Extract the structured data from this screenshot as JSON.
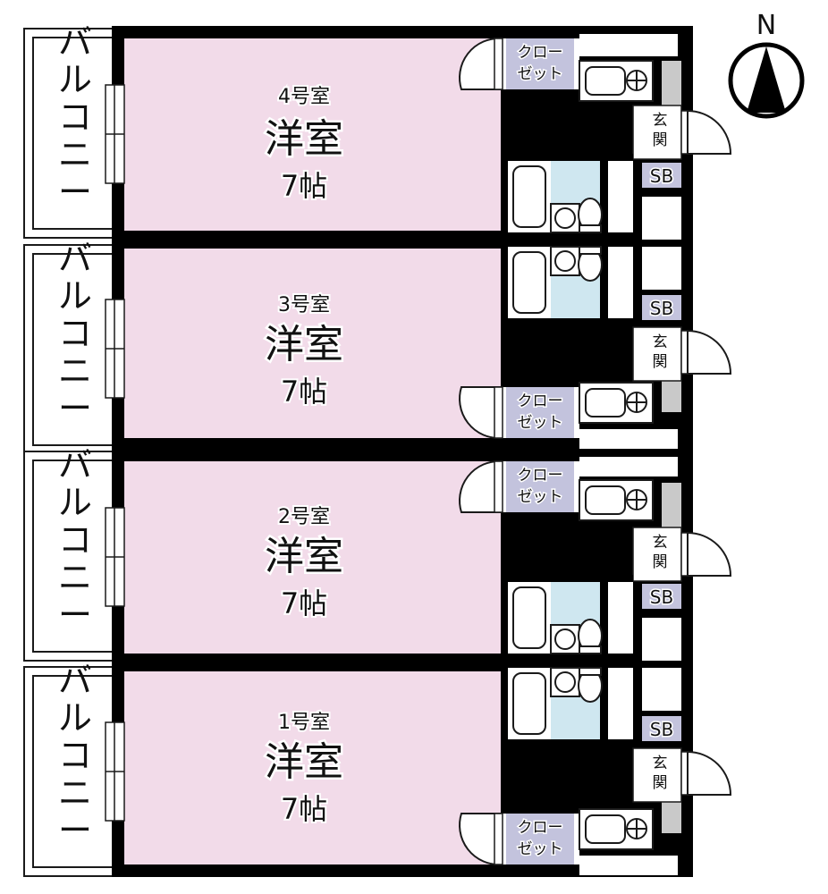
{
  "plan": {
    "title": "apartment-floor-plan",
    "colors": {
      "room_fill": "#f2dbe9",
      "wall": "#000000",
      "bath_fill": "#cfe7f0",
      "closet_fill": "#c3c3dd",
      "entry_strip": "#c9c9c9",
      "white": "#ffffff",
      "line": "#1a1a1a"
    },
    "compass": {
      "label": "N",
      "name": "north-arrow"
    },
    "units": [
      {
        "id": "unit-4",
        "room_number": "4号室",
        "room_type": "洋室",
        "size": "7帖",
        "balcony_label": "バルコニー",
        "closet_label": "クローゼット",
        "entrance_label": "玄関",
        "shoebox_label": "SB"
      },
      {
        "id": "unit-3",
        "room_number": "3号室",
        "room_type": "洋室",
        "size": "7帖",
        "balcony_label": "バルコニー",
        "closet_label": "クローゼット",
        "entrance_label": "玄関",
        "shoebox_label": "SB"
      },
      {
        "id": "unit-2",
        "room_number": "2号室",
        "room_type": "洋室",
        "size": "7帖",
        "balcony_label": "バルコニー",
        "closet_label": "クローゼット",
        "entrance_label": "玄関",
        "shoebox_label": "SB"
      },
      {
        "id": "unit-1",
        "room_number": "1号室",
        "room_type": "洋室",
        "size": "7帖",
        "balcony_label": "バルコニー",
        "closet_label": "クローゼット",
        "entrance_label": "玄関",
        "shoebox_label": "SB"
      }
    ]
  }
}
